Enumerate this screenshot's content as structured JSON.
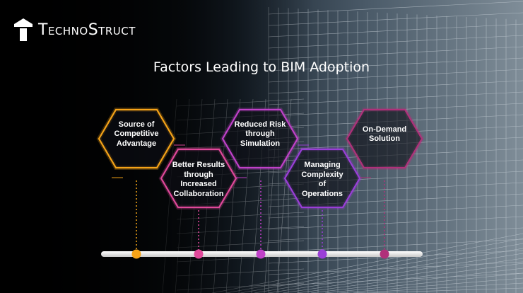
{
  "brand": {
    "name": "TechnoStruct",
    "logo_icon": "building-logo-icon"
  },
  "title": "Factors Leading to BIM Adoption",
  "factors": [
    {
      "label_lines": [
        "Source of",
        "Competitive",
        "Advantage"
      ],
      "color": "#f5a318"
    },
    {
      "label_lines": [
        "Better Results",
        "through",
        "Increased",
        "Collaboration"
      ],
      "color": "#e0489a"
    },
    {
      "label_lines": [
        "Reduced Risk",
        "through",
        "Simulation"
      ],
      "color": "#c041c9"
    },
    {
      "label_lines": [
        "Managing",
        "Complexity",
        "of",
        "Operations"
      ],
      "color": "#9a3ed8"
    },
    {
      "label_lines": [
        "On-Demand",
        "Solution"
      ],
      "color": "#b0307a"
    }
  ]
}
